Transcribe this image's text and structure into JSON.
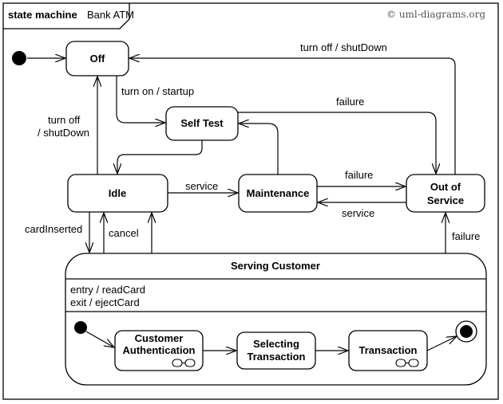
{
  "frame": {
    "keyword": "state machine",
    "name": "Bank ATM"
  },
  "copyright": "© uml-diagrams.org",
  "states": {
    "off": "Off",
    "self_test": "Self Test",
    "idle": "Idle",
    "maintenance": "Maintenance",
    "out_of_service_1": "Out of",
    "out_of_service_2": "Service",
    "serving_customer": "Serving Customer"
  },
  "serving_customer": {
    "entry": "entry / readCard",
    "exit": "exit / ejectCard",
    "substates": {
      "auth_1": "Customer",
      "auth_2": "Authentication",
      "sel_1": "Selecting",
      "sel_2": "Transaction",
      "transaction": "Transaction"
    }
  },
  "transitions": {
    "turn_on": "turn on / startup",
    "turn_off_top": "turn off / shutDown",
    "turn_off_left_1": "turn off",
    "turn_off_left_2": "/ shutDown",
    "failure_top": "failure",
    "failure_mid": "failure",
    "failure_bottom": "failure",
    "service_idle": "service",
    "service_back": "service",
    "card_inserted": "cardInserted",
    "cancel": "cancel"
  }
}
